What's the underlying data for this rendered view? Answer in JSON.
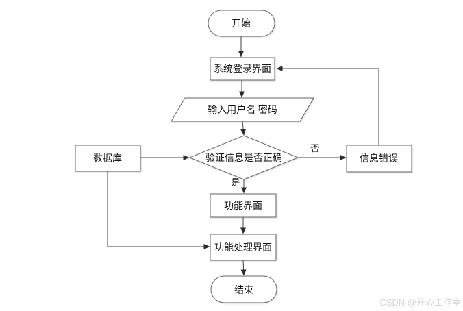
{
  "flowchart": {
    "title": "login-system-flowchart",
    "nodes": {
      "start": {
        "label": "开始",
        "type": "terminator"
      },
      "login": {
        "label": "系统登录界面",
        "type": "process"
      },
      "input": {
        "label": "输入用户名 密码",
        "type": "input-output"
      },
      "verify": {
        "label": "验证信息是否正确",
        "type": "decision"
      },
      "database": {
        "label": "数据库",
        "type": "process"
      },
      "error": {
        "label": "信息错误",
        "type": "process"
      },
      "function_ui": {
        "label": "功能界面",
        "type": "process"
      },
      "process_ui": {
        "label": "功能处理界面",
        "type": "process"
      },
      "end": {
        "label": "结束",
        "type": "terminator"
      }
    },
    "edge_labels": {
      "yes": "是",
      "no": "否"
    },
    "colors": {
      "background": "#ffffff",
      "shape_stroke": "#666666",
      "edge_stroke": "#424242",
      "text": "#141414",
      "watermark": "#d6d6d6"
    }
  },
  "watermark": {
    "text": "CSDN @开心工作室"
  }
}
